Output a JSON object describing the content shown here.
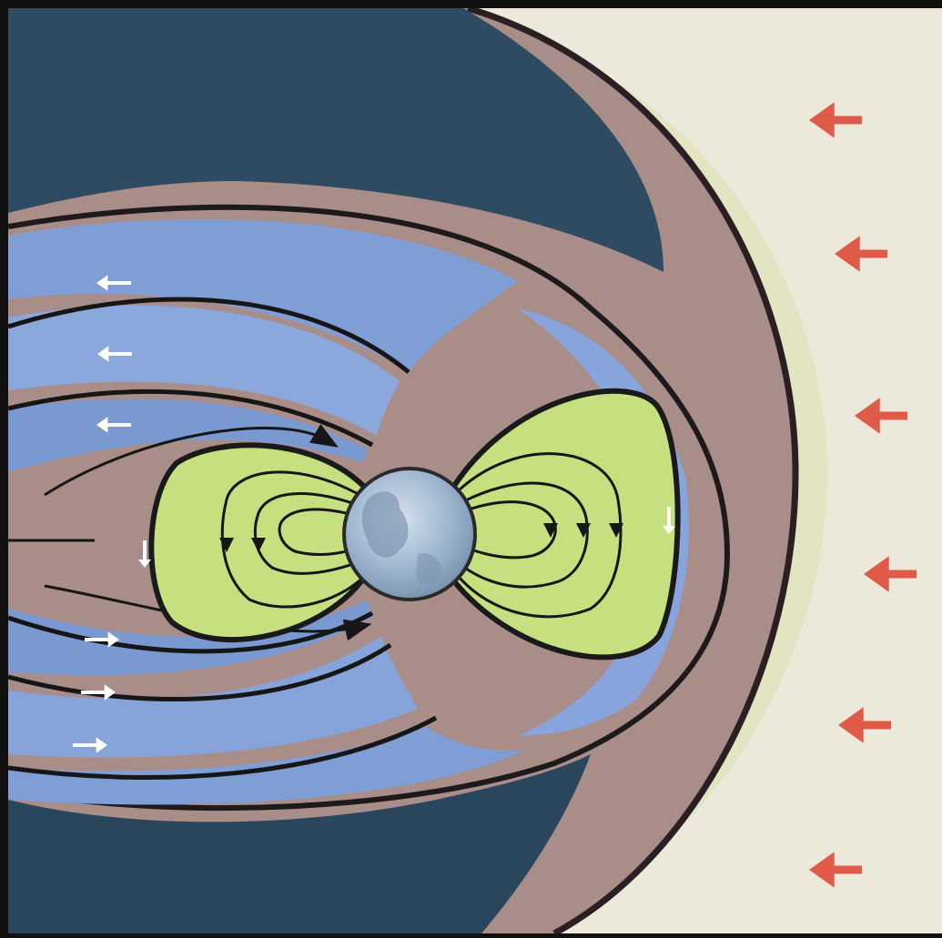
{
  "colors": {
    "frame": "#111111",
    "solar_wind_background": "#ece8da",
    "magnetosheath": "#a98d88",
    "field_band_blue": "#7f9ed6",
    "deep_space": "#2d4a5f",
    "radiation_belt": "#c6e07f",
    "earth": "#a9bfd6",
    "solar_wind_arrow": "#e05a4a",
    "flow_arrow": "#ffffff",
    "field_line": "#161616"
  },
  "icons": {
    "solar_wind_arrow": "left-arrow-icon",
    "plasma_flow_arrow": "small-white-arrow-icon",
    "field_direction": "arrowhead-icon"
  },
  "counts": {
    "solar_wind_arrows": 6,
    "tail_flow_arrows": 6,
    "field_lines_per_belt": 3
  }
}
